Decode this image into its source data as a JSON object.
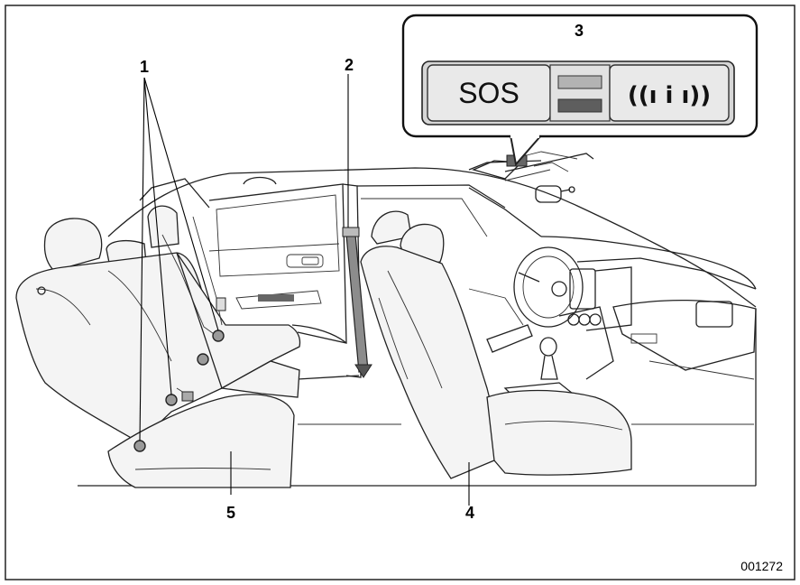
{
  "callouts": {
    "c1": "1",
    "c2": "2",
    "c3": "3",
    "c4": "4",
    "c5": "5"
  },
  "panel": {
    "sos_label": "SOS",
    "info_label": "((ı i ı))",
    "indicator_top_color": "#b3b3b3",
    "indicator_bottom_color": "#5e5e5e",
    "icon": "info-call-icon"
  },
  "figure_code": "001272",
  "colors": {
    "marker_fill": "#9a9a9a",
    "belt_fill": "#8c8c8c",
    "line": "#222222"
  }
}
